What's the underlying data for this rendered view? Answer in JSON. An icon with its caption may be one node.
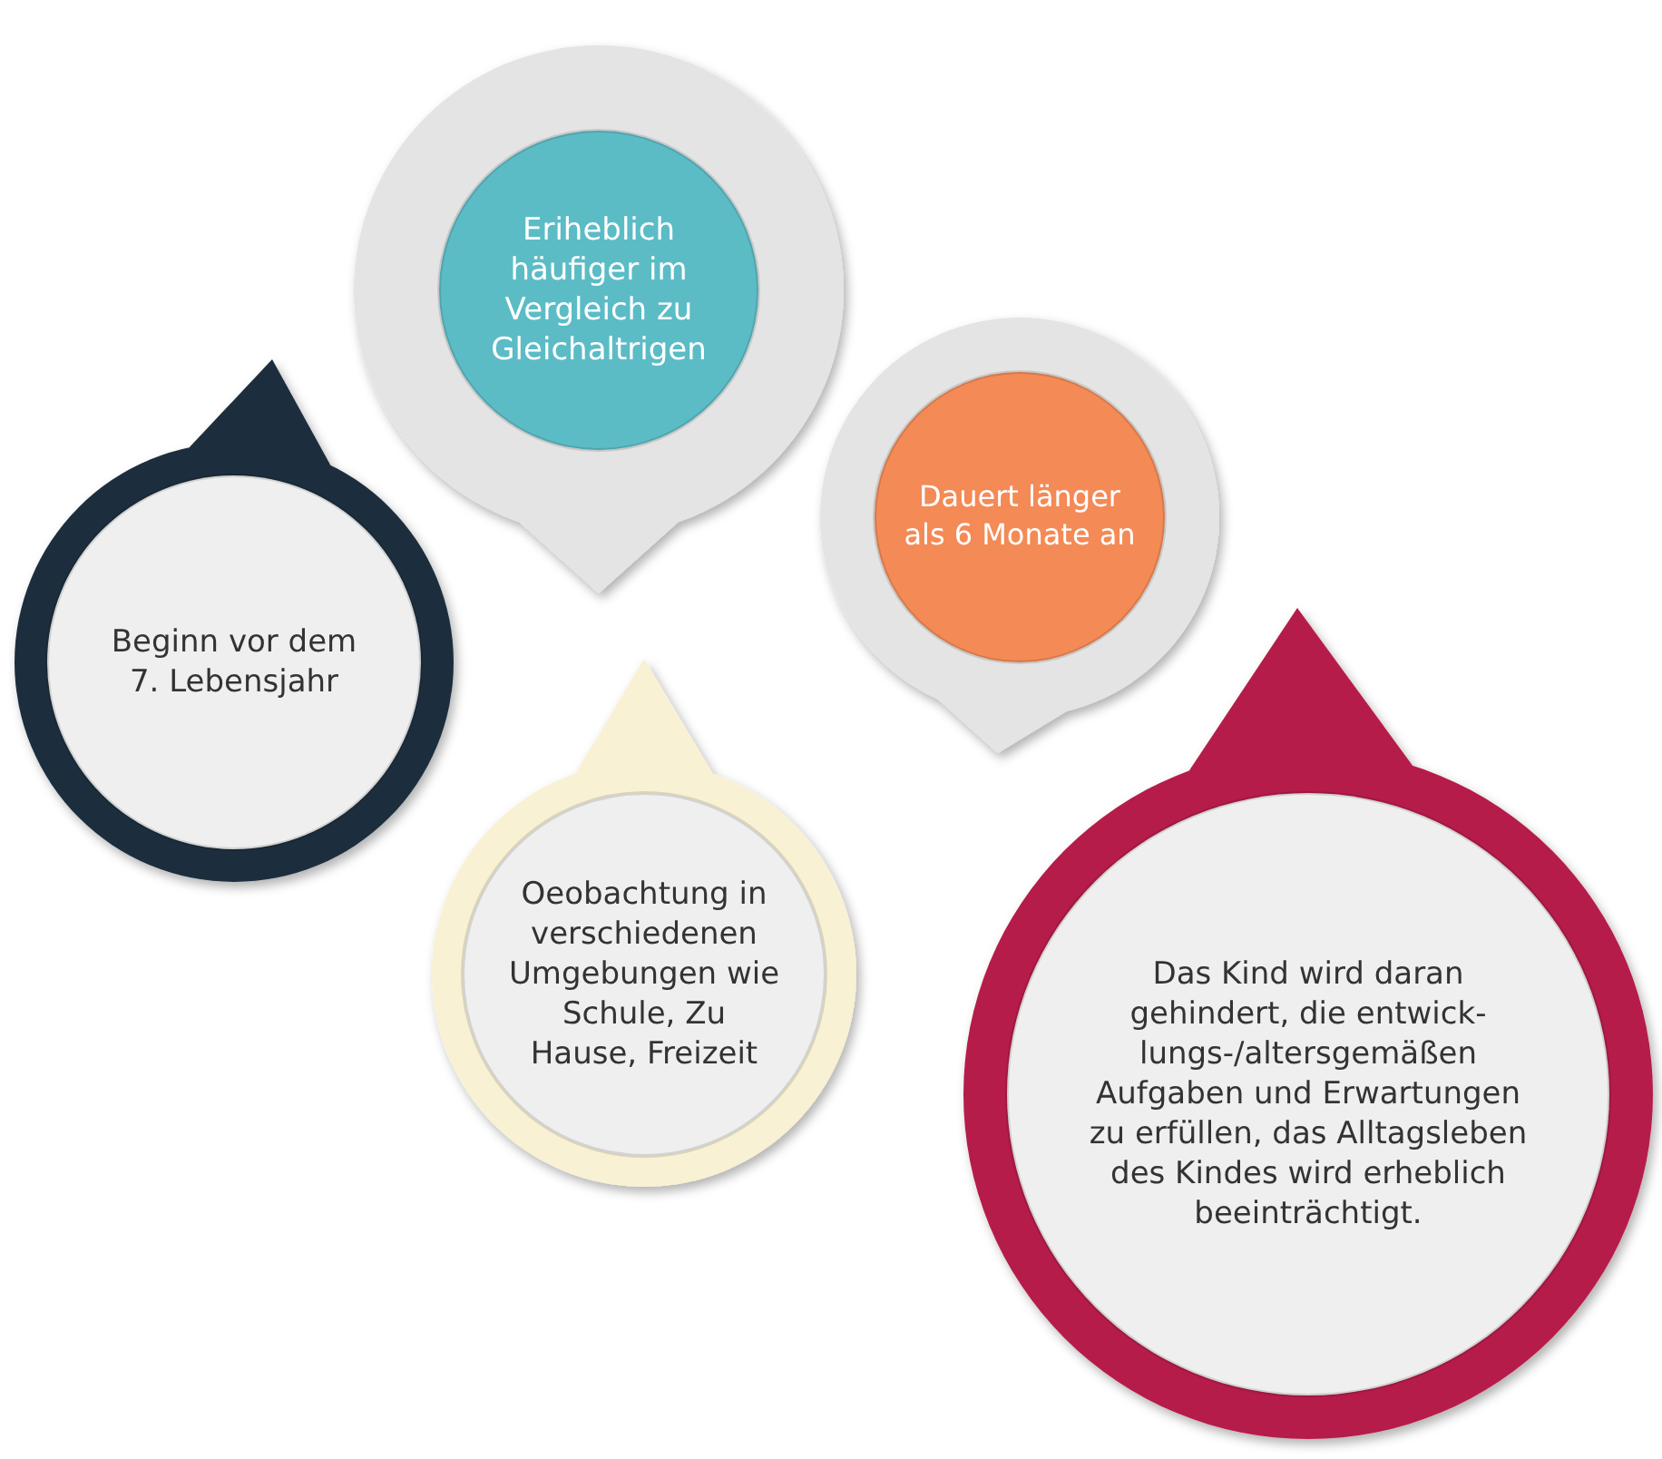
{
  "diagram": {
    "nodes": [
      {
        "text": [
          "Eriheblich häufiger im Vergleich zu Gleichaltrigen"
        ]
      },
      {
        "text": [
          "Dauert länger als 6 Monate an"
        ]
      },
      {
        "text": [
          "Beginn vor dem 7. Lebensjahr"
        ]
      },
      {
        "text": [
          "Oeobachtung in verschiedenen Umgebungen wie Schule, Zu Hause, Freizeit"
        ]
      },
      {
        "text": [
          "Das Kind wird daran gehindert, die entwick- lungs-/altersgemäßen Aufgaben und Erwartungen zu erfüllen, das Alltagsleben des Kindes wird erheblich beeinträchtigt."
        ]
      }
    ]
  }
}
